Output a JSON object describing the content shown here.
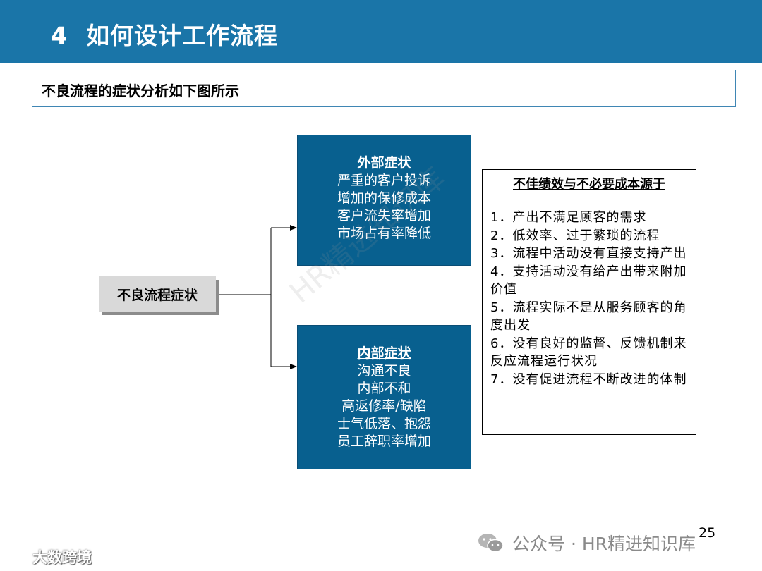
{
  "header": {
    "number": "4",
    "title": "如何设计工作流程"
  },
  "subtitle": "不良流程的症状分析如下图所示",
  "root": "不良流程症状",
  "external": {
    "title": "外部症状",
    "items": [
      "严重的客户投诉",
      "增加的保修成本",
      "客户流失率增加",
      "市场占有率降低"
    ]
  },
  "internal": {
    "title": "内部症状",
    "items": [
      "沟通不良",
      "内部不和",
      "高返修率/缺陷",
      "士气低落、抱怨",
      "员工辞职率增加"
    ]
  },
  "causes": {
    "title": "不佳绩效与不必要成本源于",
    "items": [
      "1．产出不满足顾客的需求",
      "2．低效率、过于繁琐的流程",
      "3．流程中活动没有直接支持产出",
      "4．支持活动没有给产出带来附加价值",
      "5．流程实际不是从服务顾客的角度出发",
      "6．没有良好的监督、反馈机制来反应流程运行状况",
      "7．没有促进流程不断改进的体制"
    ]
  },
  "watermark": "HR精进知识库",
  "page_number": "25",
  "footer": {
    "wechat": "公众号 · HR精进知识库",
    "brand": "大数跨境"
  },
  "colors": {
    "header": "#1a75a8",
    "box": "#08608f",
    "root": "#d9d9d9"
  }
}
